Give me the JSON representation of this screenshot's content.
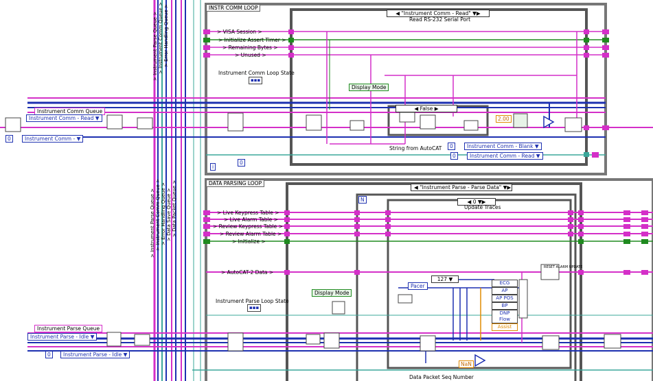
{
  "frames": {
    "comm_loop_title": "INSTR COMM LOOP",
    "parse_loop_title": "DATA PARSING LOOP"
  },
  "comm": {
    "case_selector": "\"Instrument Comm - Read\"",
    "case_subtitle": "Read RS-232 Serial Port",
    "shift_regs": [
      "> VISA Session >",
      "> Initialize Assert Timer >",
      "> Remaining Bytes >",
      "> Unused >"
    ],
    "loop_state_label": "Instrument Comm Loop State",
    "display_mode": "Display Mode",
    "inner_case": "False",
    "string_from_label": "String from AutoCAT",
    "const_200": "2.00",
    "enum_blank": "Instrument Comm - Blank",
    "enum_read2": "Instrument Comm - Read",
    "index_i": "i",
    "loop_const": "0"
  },
  "left_top": {
    "queue_label": "Instrument Comm Queue",
    "enum_read": "Instrument Comm - Read",
    "enum_default": "Instrument Comm -",
    "zero": "0"
  },
  "left_bottom": {
    "queue_label": "Instrument Parse Queue",
    "enum_idle": "Instrument Parse - Idle",
    "enum_idle2": "Instrument Parse - Idle",
    "zero": "0"
  },
  "vertical_labels_top": [
    "> Instrument Parse Queue >",
    "> Instrument Comm Queue >",
    "> Error Handling Queue >"
  ],
  "vertical_labels_bottom": [
    "> Instrument Parse Queue >",
    "> Instrument Comm Queue >",
    "> Error Handling Queue >",
    "> Data Save Queue >",
    "> Data Packet Queue >"
  ],
  "parse": {
    "case_selector": "\"Instrument Parse - Parse Data\"",
    "inner_selector": "0",
    "inner_subtitle": "Update Traces",
    "shift_regs": [
      "> Live Keypress Table >",
      "> Live Alarm Table >",
      "> Review Keypress Table >",
      "> Review Alarm Table >",
      "> Initialize >",
      "> AutoCAT-2 Data >"
    ],
    "loop_state_label": "Instrument Parse Loop State",
    "display_mode": "Display Mode",
    "pacer": "Pacer",
    "ring_127": "127",
    "traces": [
      "ECG",
      "AP",
      "AP POS",
      "BP",
      "DNP Flow",
      "Assist"
    ],
    "nan_label": "NaN",
    "seq_label": "Data Packet Seq Number",
    "reset_label": "RESET ALARM UPDATE",
    "n_label": "N"
  },
  "colors": {
    "pink": "#d42fc8",
    "blue": "#1c2fb0",
    "green": "#1f8a1f",
    "teal": "#3aa79a",
    "orange": "#e08a00"
  }
}
